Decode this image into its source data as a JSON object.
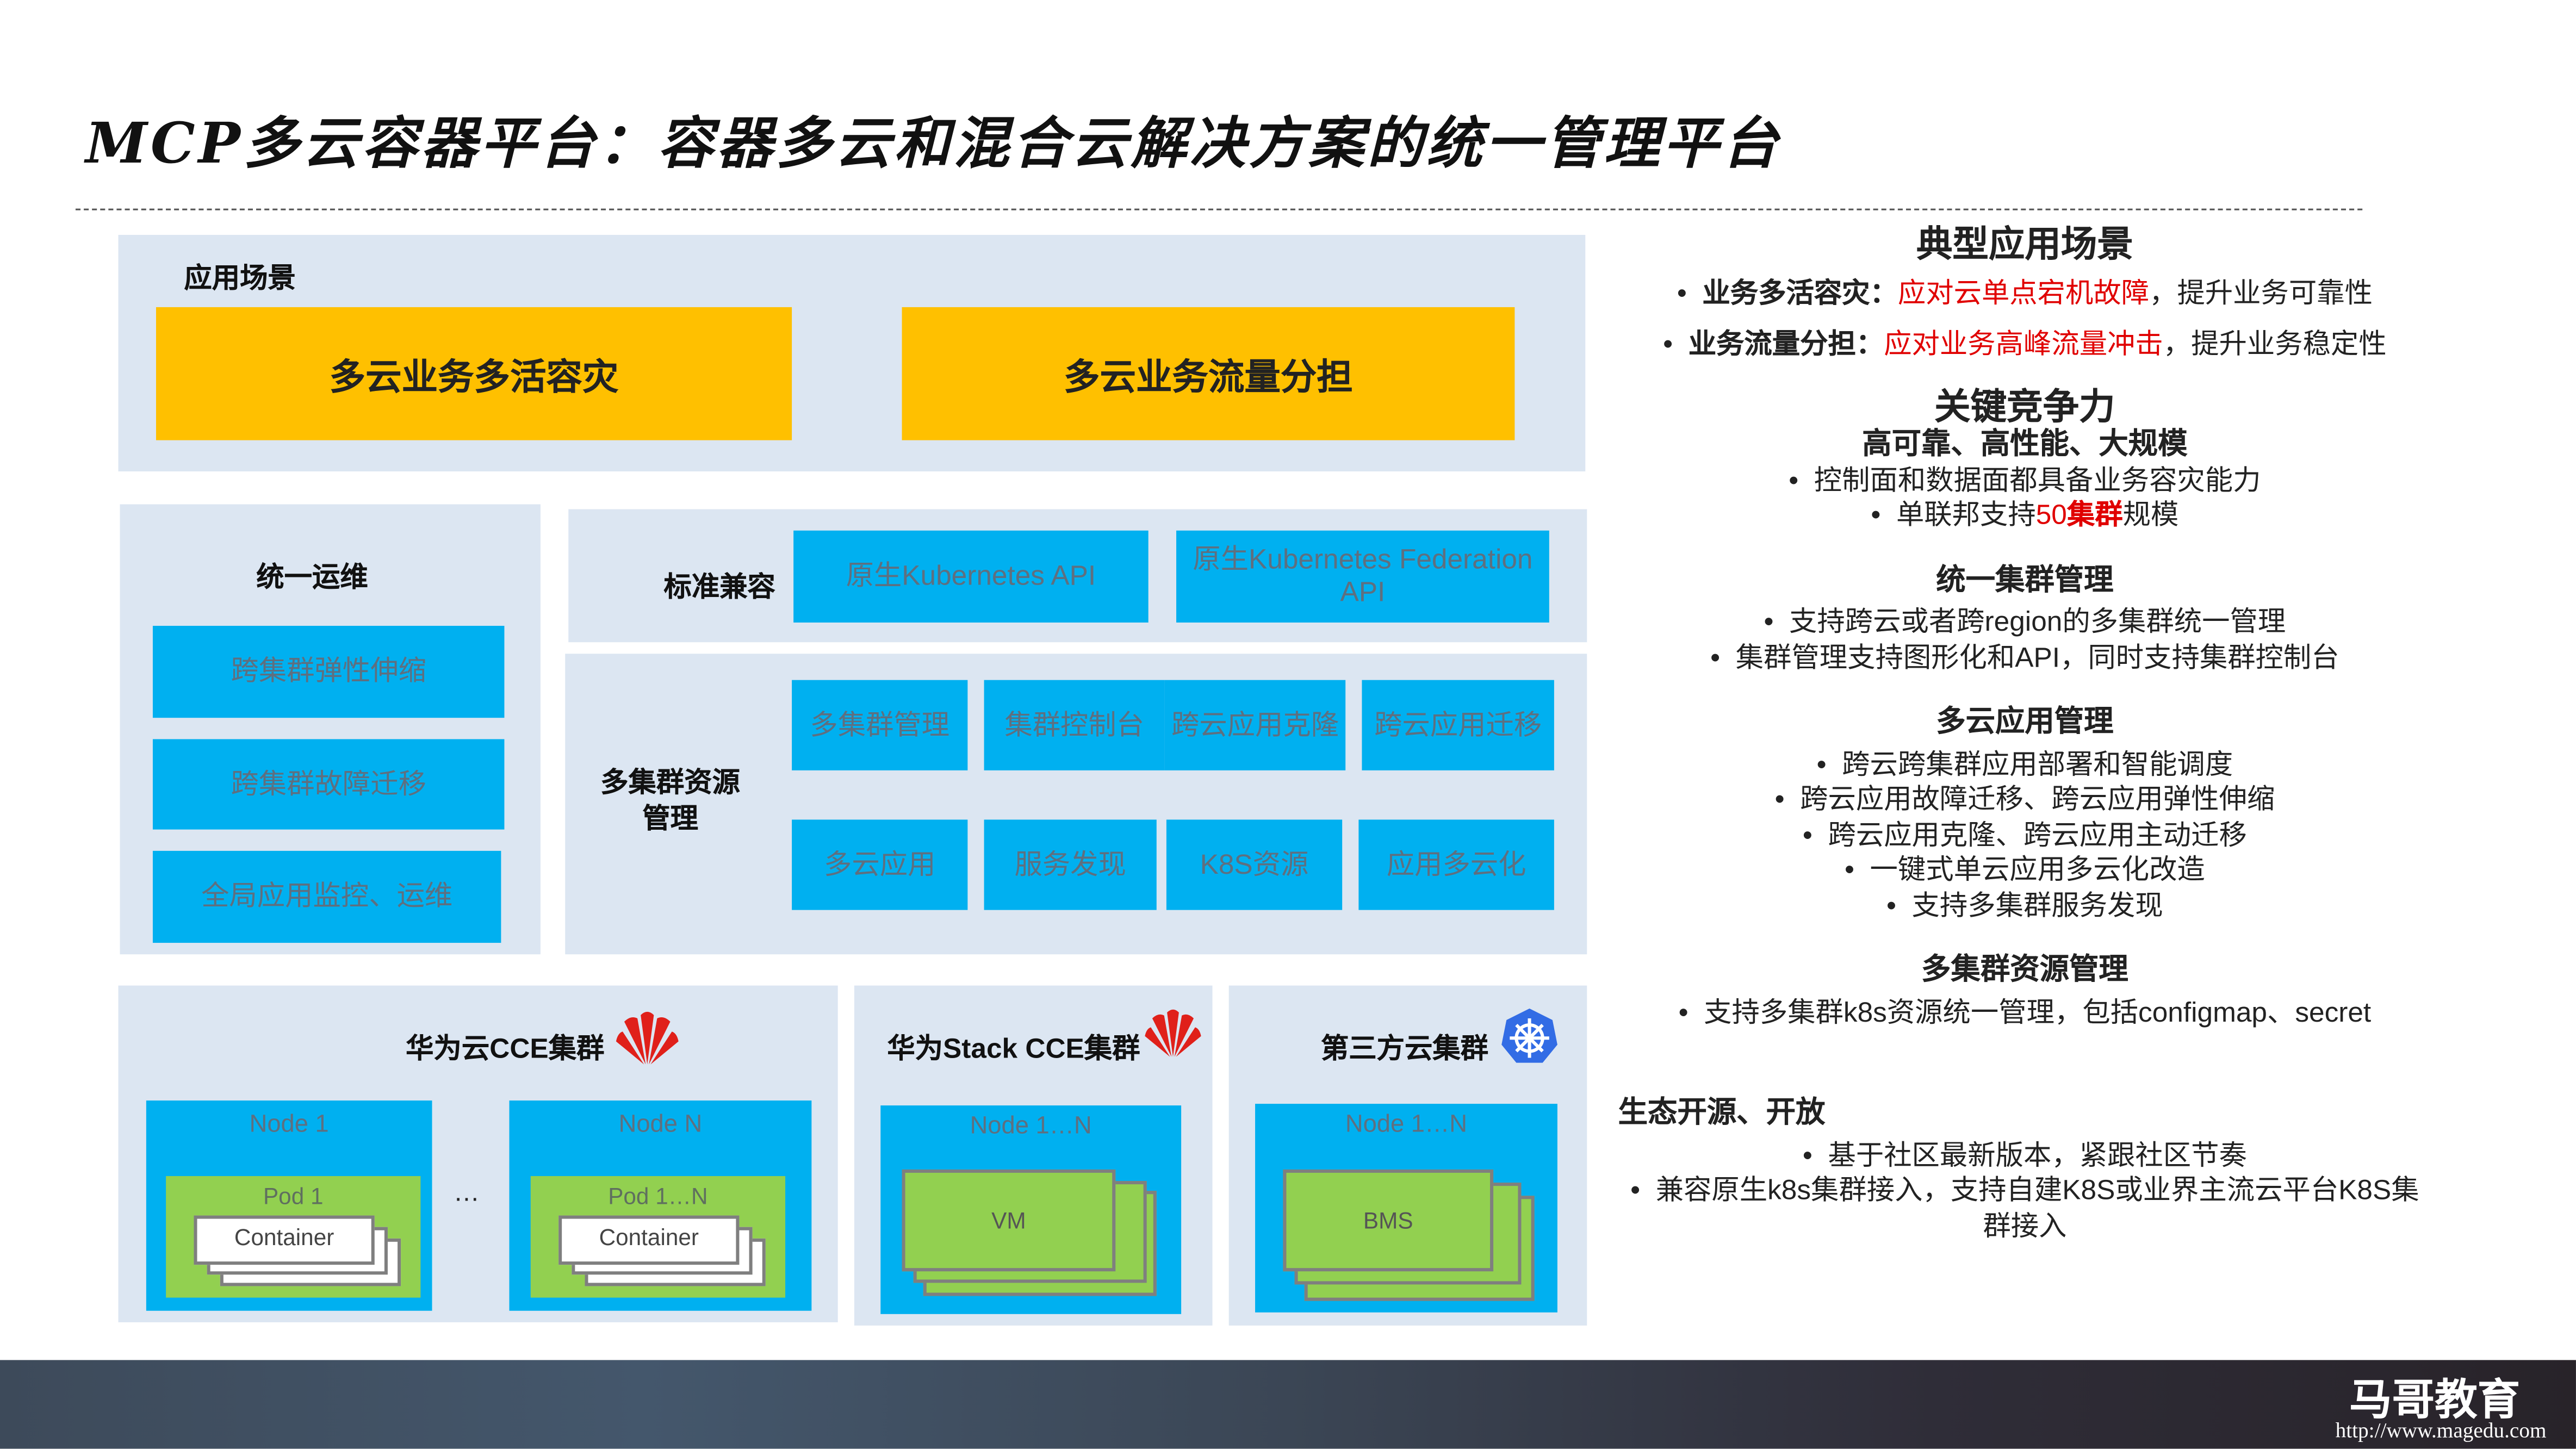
{
  "title": "MCP多云容器平台：容器多云和混合云解决方案的统一管理平台",
  "scenario": {
    "label": "应用场景",
    "items": [
      "多云业务多活容灾",
      "多云业务流量分担"
    ]
  },
  "ops": {
    "label": "统一运维",
    "items": [
      "跨集群弹性伸缩",
      "跨集群故障迁移",
      "全局应用监控、运维"
    ]
  },
  "compat": {
    "label": "标准兼容",
    "items": [
      "原生Kubernetes API",
      "原生Kubernetes Federation API"
    ]
  },
  "multi": {
    "label": "多集群资源管理",
    "items": [
      "多集群管理",
      "集群控制台",
      "跨云应用克隆",
      "跨云应用迁移",
      "多云应用",
      "服务发现",
      "K8S资源",
      "应用多云化"
    ]
  },
  "clusters": {
    "hwcloud": {
      "label": "华为云CCE集群",
      "node1": "Node 1",
      "pod1": "Pod 1",
      "container": "Container",
      "dots": "…",
      "nodeN": "Node N",
      "podN": "Pod 1…N"
    },
    "hwstack": {
      "label": "华为Stack CCE集群",
      "node": "Node 1…N",
      "vm": "VM"
    },
    "third": {
      "label": "第三方云集群",
      "node": "Node 1…N",
      "bms": "BMS"
    }
  },
  "right": {
    "h1": "典型应用场景",
    "s1": {
      "b": "业务多活容灾：",
      "red": "应对云单点宕机故障",
      "rest": "，提升业务可靠性"
    },
    "s2": {
      "b": "业务流量分担：",
      "red": "应对业务高峰流量冲击",
      "rest": "，提升业务稳定性"
    },
    "h2": "关键竞争力",
    "g1": {
      "h": "高可靠、高性能、大规模",
      "l1": "控制面和数据面都具备业务容灾能力",
      "l2a": "单联邦支持",
      "l2r": "50",
      "l2rb": "集群",
      "l2b": "规模"
    },
    "g2": {
      "h": "统一集群管理",
      "items": [
        "支持跨云或者跨region的多集群统一管理",
        "集群管理支持图形化和API，同时支持集群控制台"
      ]
    },
    "g3": {
      "h": "多云应用管理",
      "items": [
        "跨云跨集群应用部署和智能调度",
        "跨云应用故障迁移、跨云应用弹性伸缩",
        "跨云应用克隆、跨云应用主动迁移",
        "一键式单云应用多云化改造",
        "支持多集群服务发现"
      ]
    },
    "g4": {
      "h": "多集群资源管理",
      "items": [
        "支持多集群k8s资源统一管理，包括configmap、secret"
      ]
    },
    "g5": {
      "h": "生态开源、开放",
      "items": [
        "基于社区最新版本，紧跟社区节奏",
        "兼容原生k8s集群接入，支持自建K8S或业界主流云平台K8S集群接入"
      ]
    }
  },
  "footer": {
    "logo": "马哥教育",
    "url": "http://www.magedu.com"
  },
  "colors": {
    "panel": "#dce6f2",
    "blue": "#00b0f0",
    "yellow": "#ffc000",
    "green": "#92d050",
    "red": "#e00000"
  }
}
